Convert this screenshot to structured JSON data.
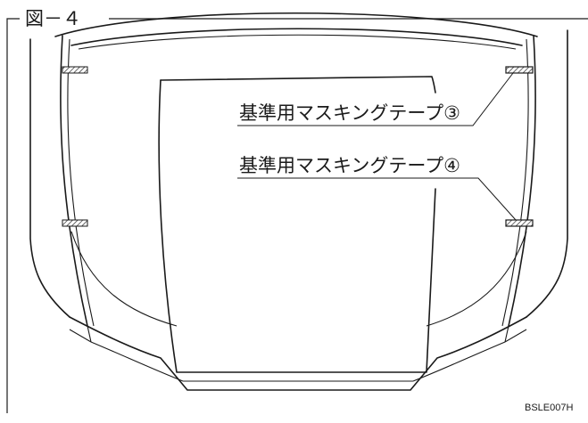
{
  "figure": {
    "title": "図－４",
    "code": "BSLE007H"
  },
  "labels": {
    "tape3": "基準用マスキングテープ③",
    "tape4": "基準用マスキングテープ④"
  },
  "colors": {
    "line": "#1a1a1a",
    "background": "#ffffff"
  }
}
